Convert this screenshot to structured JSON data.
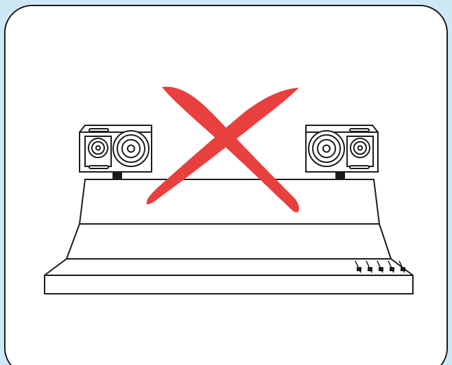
{
  "illustration": {
    "subject": "studio-monitors-on-mixing-console",
    "status_mark": "x-mark",
    "status_meaning": "incorrect"
  },
  "colors": {
    "background": "#cfe8f6",
    "card_fill": "#ffffff",
    "outline": "#1a1a1a",
    "x_mark": "#e8403f"
  },
  "console": {
    "fader_count": 5
  },
  "speakers": {
    "count": 2
  }
}
